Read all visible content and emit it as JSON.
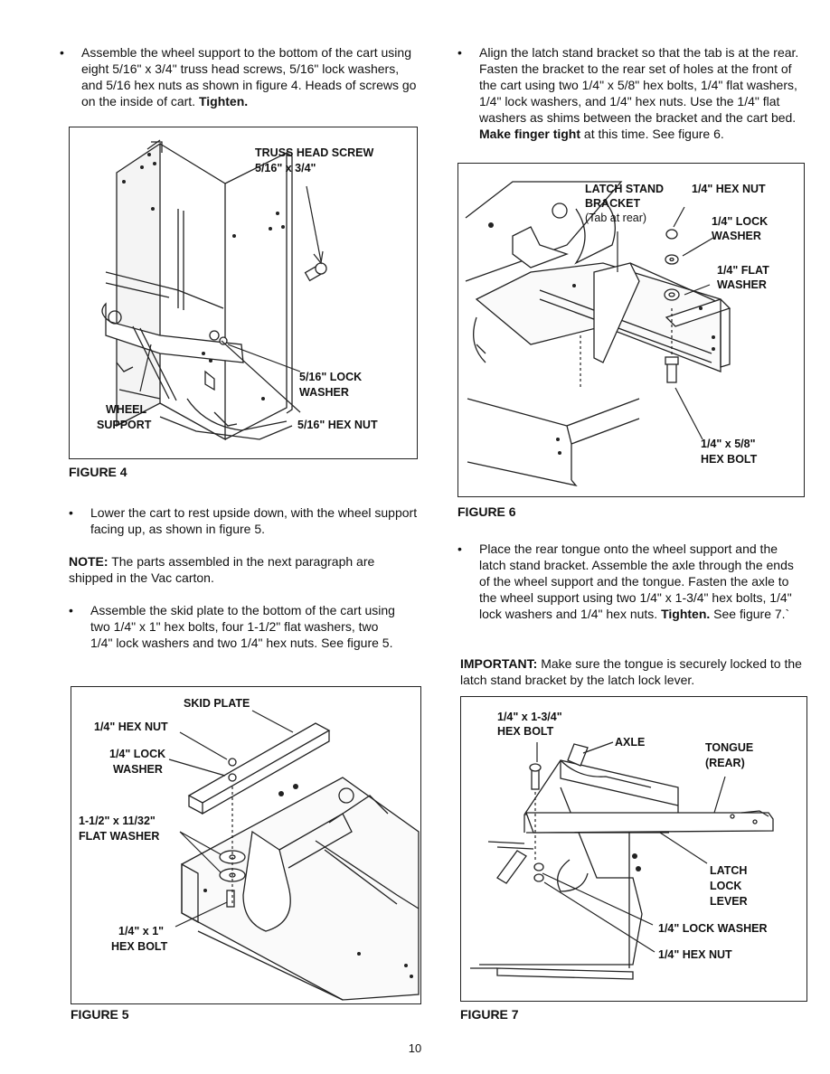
{
  "left_column": {
    "bullet1": {
      "text": "Assemble the wheel support to the bottom of the cart using eight 5/16\" x 3/4\" truss head screws, 5/16\" lock washers, and 5/16 hex nuts as shown in figure 4. Heads of screws go on the inside of cart.",
      "bold": "Tighten."
    },
    "figure4": {
      "caption": "FIGURE 4",
      "labels": {
        "truss_screw": "TRUSS HEAD SCREW",
        "truss_size": "5/16\" x 3/4\"",
        "lock_washer_1": "5/16\" LOCK",
        "lock_washer_2": "WASHER",
        "wheel_support_1": "WHEEL",
        "wheel_support_2": "SUPPORT",
        "hex_nut": "5/16\" HEX NUT"
      }
    },
    "bullet2": {
      "text": "Lower the cart to rest upside down, with the wheel support facing up, as shown in figure 5."
    },
    "note": {
      "label": "NOTE:",
      "text": "The parts assembled in the next paragraph are shipped in the Vac carton."
    },
    "bullet3": {
      "text": "Assemble the skid plate to the bottom of the cart using two 1/4\" x 1\" hex bolts, four 1-1/2\" flat washers, two 1/4\" lock washers and two 1/4\" hex nuts. See figure 5."
    },
    "figure5": {
      "caption": "FIGURE 5",
      "labels": {
        "skid_plate": "SKID PLATE",
        "hex_nut": "1/4\" HEX NUT",
        "lock_washer_1": "1/4\" LOCK",
        "lock_washer_2": "WASHER",
        "flat_washer_1": "1-1/2\" x 11/32\"",
        "flat_washer_2": "FLAT WASHER",
        "hex_bolt_1": "1/4\" x 1\"",
        "hex_bolt_2": "HEX BOLT"
      }
    }
  },
  "right_column": {
    "bullet1": {
      "text": "Align the latch stand bracket so that the tab is at the rear. Fasten the bracket to the rear set of holes at the front of the cart using two 1/4\" x 5/8\" hex bolts, 1/4\" flat washers, 1/4\" lock washers, and 1/4\" hex nuts. Use the 1/4\" flat washers as shims between the bracket and the cart bed.",
      "bold": "Make finger tight",
      "tail": "at this time. See figure 6."
    },
    "figure6": {
      "caption": "FIGURE 6",
      "labels": {
        "latch_stand_1": "LATCH STAND",
        "latch_stand_2": "BRACKET",
        "latch_stand_3": "(Tab at rear)",
        "hex_nut": "1/4\" HEX NUT",
        "lock_washer_1": "1/4\" LOCK",
        "lock_washer_2": "WASHER",
        "flat_washer_1": "1/4\" FLAT",
        "flat_washer_2": "WASHER",
        "hex_bolt_1": "1/4\" x 5/8\"",
        "hex_bolt_2": "HEX BOLT"
      }
    },
    "bullet2": {
      "text": "Place the rear tongue onto the wheel support and the latch stand bracket. Assemble the axle through the ends of the wheel support and the tongue. Fasten the axle to the wheel support using two 1/4\" x 1-3/4\" hex bolts, 1/4\" lock washers and 1/4\" hex nuts.",
      "bold": "Tighten.",
      "tail": "See figure 7.`"
    },
    "important": {
      "label": "IMPORTANT:",
      "text": "Make sure the tongue is securely locked to the latch stand bracket by the latch lock lever."
    },
    "figure7": {
      "caption": "FIGURE 7",
      "labels": {
        "hex_bolt_1": "1/4\" x 1-3/4\"",
        "hex_bolt_2": "HEX BOLT",
        "axle": "AXLE",
        "tongue_1": "TONGUE",
        "tongue_2": "(REAR)",
        "latch_1": "LATCH",
        "latch_2": "LOCK",
        "latch_3": "LEVER",
        "lock_washer": "1/4\" LOCK WASHER",
        "hex_nut": "1/4\" HEX NUT"
      }
    }
  },
  "page_number": "10",
  "bullet_glyph": "•"
}
